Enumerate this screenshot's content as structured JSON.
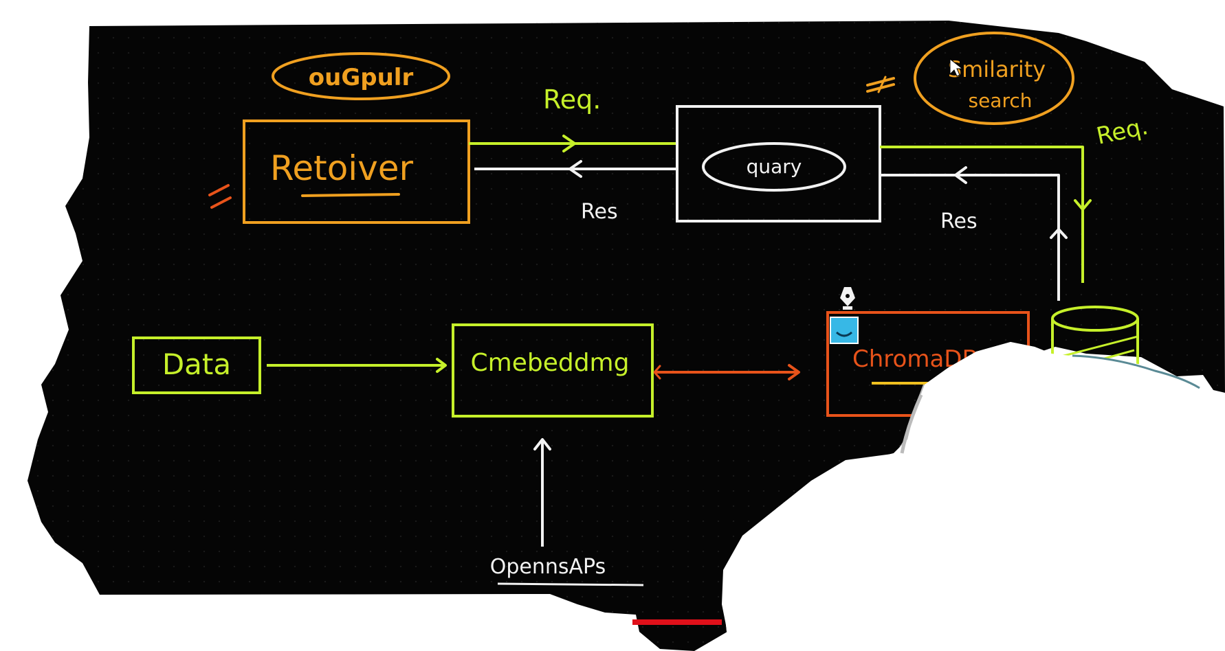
{
  "diagram": {
    "labels": {
      "output": "ouGpulr",
      "retriever": "Retoiver",
      "query": "quary",
      "similarity_line1": "Smilarity",
      "similarity_line2": "search",
      "req_top": "Req.",
      "req_right": "Req.",
      "res_left": "Res",
      "res_right": "Res",
      "data": "Data",
      "embedding": "Cmebeddmg",
      "chroma": "ChromaDB",
      "openai": "OpennsAPs"
    },
    "colors": {
      "board": "#050505",
      "grid_dot": "#1c1c1c",
      "orange": "#f0a020",
      "orange_red": "#e8531a",
      "green": "#c6f02a",
      "white": "#f2f2f2",
      "blue": "#37b8e6",
      "red_bar": "#e0101a"
    },
    "icons": {
      "pen": "pen-nib-icon",
      "chroma_badge": "square-badge-icon",
      "database": "database-cylinder-icon"
    }
  }
}
